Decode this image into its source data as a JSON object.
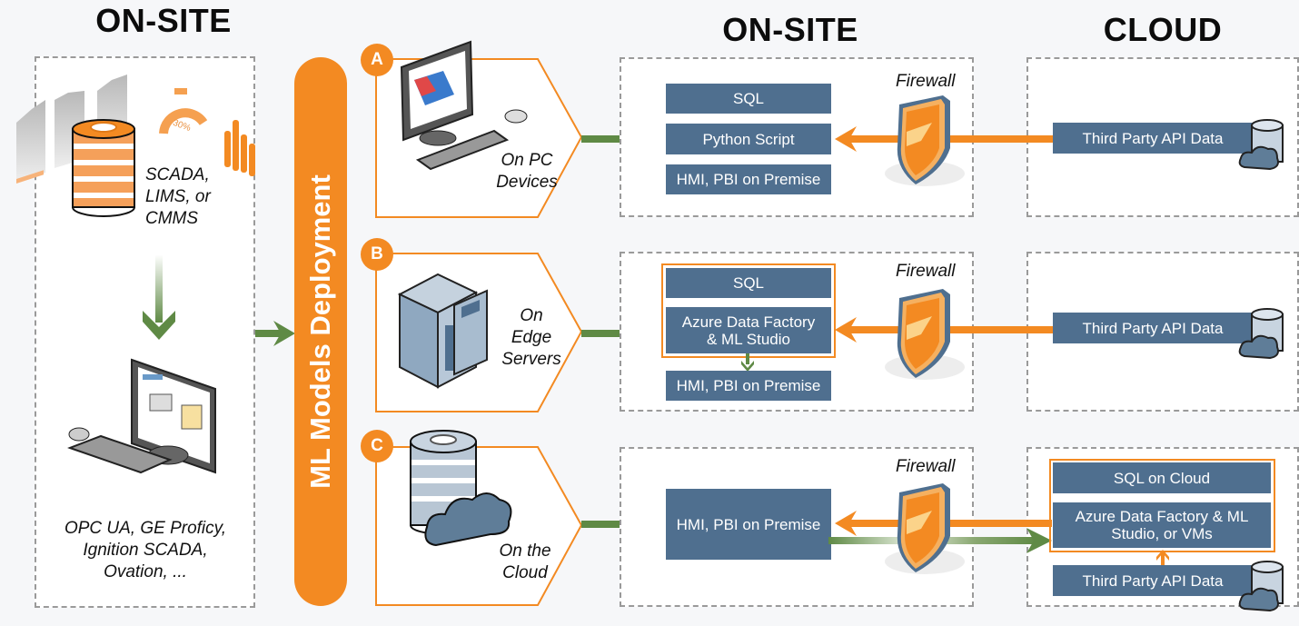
{
  "headings": {
    "left_onsite": "ON-SITE",
    "mid_onsite": "ON-SITE",
    "cloud": "CLOUD"
  },
  "source_panel": {
    "data_sources_label_lines": [
      "SCADA,",
      "LIMS, or",
      "CMMS"
    ],
    "gauge_value": "30%",
    "systems_label_lines": [
      "OPC UA, GE Proficy,",
      "Ignition SCADA,",
      "Ovation, ..."
    ]
  },
  "deployment_bar": {
    "label": "ML Models Deployment"
  },
  "options": [
    {
      "badge": "A",
      "label_lines": [
        "On PC",
        "Devices"
      ],
      "icon": "desktop-pc-icon",
      "onsite_boxes": [
        "SQL",
        "Python Script",
        "HMI, PBI on Premise"
      ],
      "firewall_label": "Firewall",
      "cloud_boxes": [
        "Third Party API Data"
      ]
    },
    {
      "badge": "B",
      "label_lines": [
        "On",
        "Edge",
        "Servers"
      ],
      "icon": "edge-server-icon",
      "onsite_boxes": [
        "SQL",
        "Azure Data Factory & ML Studio",
        "HMI, PBI on Premise"
      ],
      "firewall_label": "Firewall",
      "cloud_boxes": [
        "Third Party API Data"
      ]
    },
    {
      "badge": "C",
      "label_lines": [
        "On the",
        "Cloud"
      ],
      "icon": "cloud-database-icon",
      "onsite_boxes": [
        "HMI, PBI on Premise"
      ],
      "firewall_label": "Firewall",
      "cloud_boxes": [
        "SQL on Cloud",
        "Azure Data Factory & ML Studio, or VMs",
        "Third Party API Data"
      ]
    }
  ],
  "colors": {
    "orange": "#f38a22",
    "green_arrow": "#5f8a45",
    "box_blue": "#4f6f8f",
    "dashed_border": "#9a9a9a"
  }
}
